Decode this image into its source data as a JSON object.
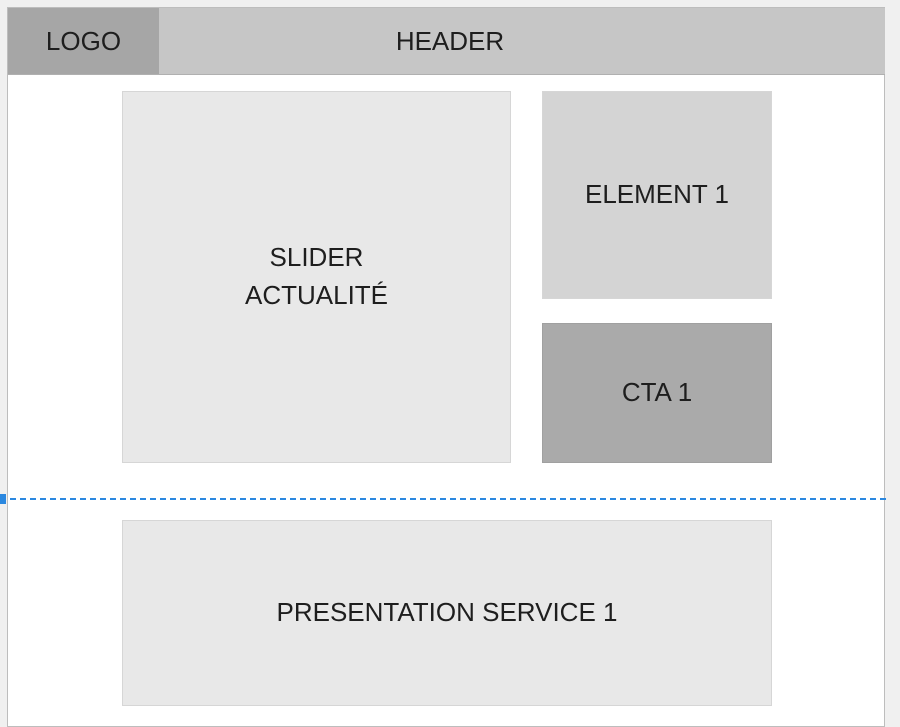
{
  "header": {
    "logo_label": "LOGO",
    "header_label": "HEADER"
  },
  "blocks": {
    "slider_line1": "SLIDER",
    "slider_line2": "ACTUALITÉ",
    "element1": "ELEMENT 1",
    "cta1": "CTA 1",
    "service1": "PRESENTATION SERVICE 1"
  },
  "colors": {
    "header_bg": "#c6c6c6",
    "logo_bg": "#a6a6a6",
    "light_block": "#e8e8e8",
    "element_block": "#d4d4d4",
    "cta_block": "#aaaaaa",
    "guide_line": "#2b88e0"
  }
}
